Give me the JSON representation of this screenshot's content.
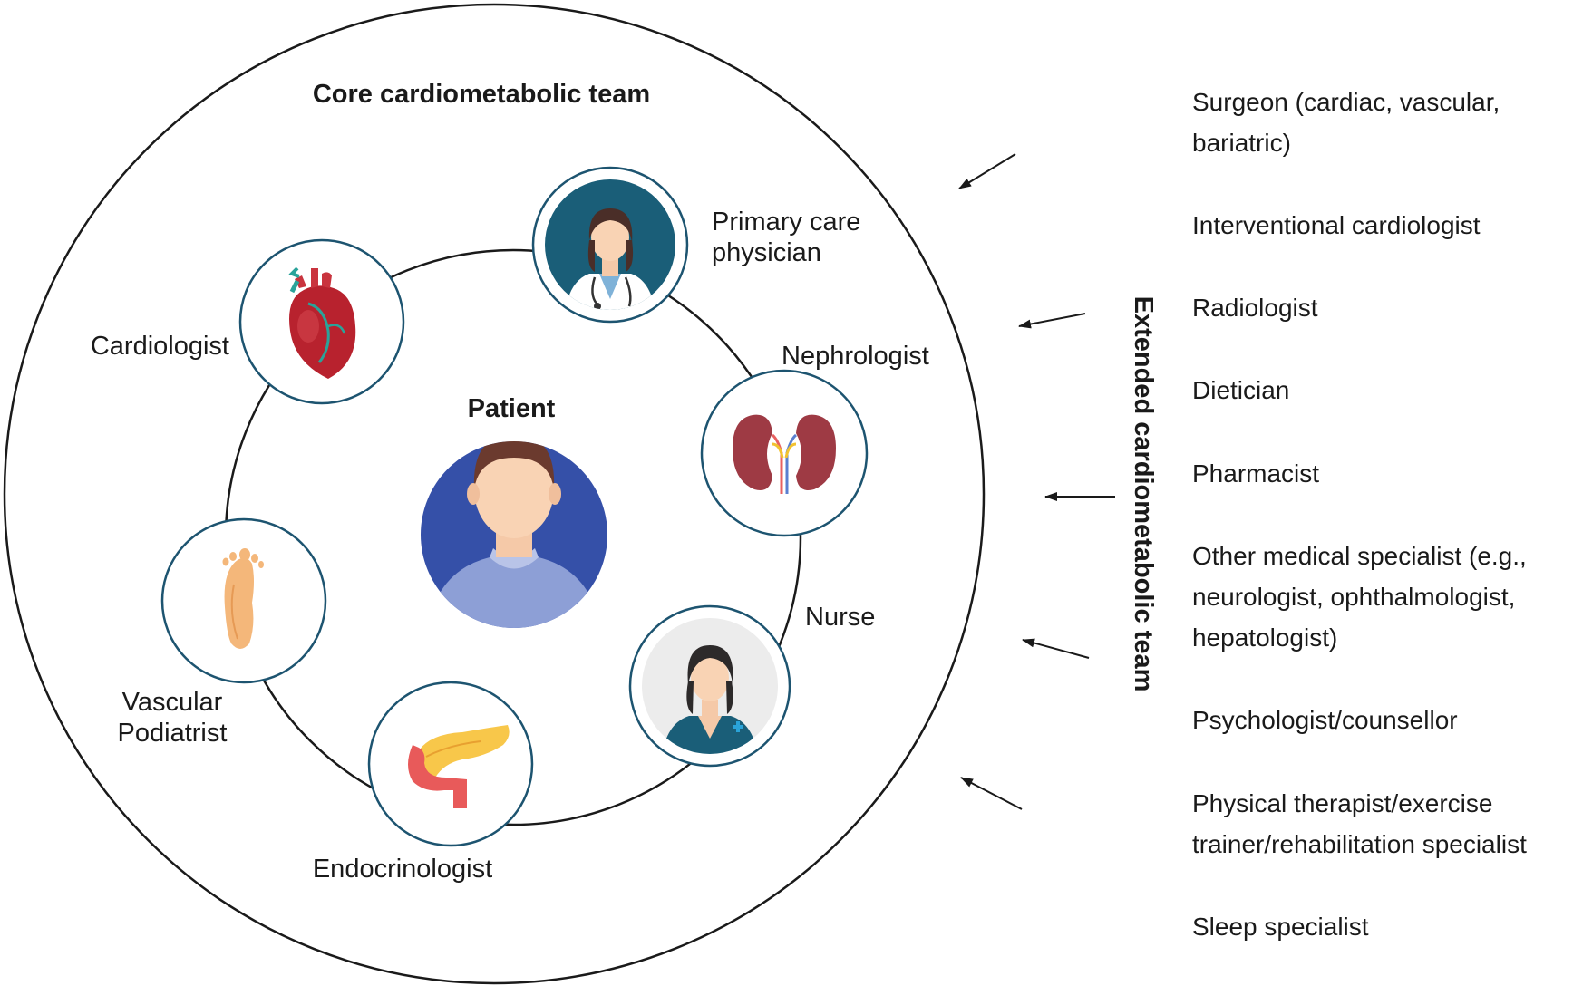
{
  "diagram": {
    "core_title": "Core cardiometabolic team",
    "patient_label": "Patient",
    "core_team": {
      "primary_care": [
        "Primary care",
        "physician"
      ],
      "nephrologist": "Nephrologist",
      "nurse": "Nurse",
      "endocrinologist": "Endocrinologist",
      "vascular_podiatrist": [
        "Vascular",
        "Podiatrist"
      ],
      "cardiologist": "Cardiologist"
    },
    "extended_team_title": "Extended cardiometabolic team",
    "extended_team": [
      [
        "Surgeon (cardiac, vascular,",
        "bariatric)"
      ],
      [
        "Interventional cardiologist"
      ],
      [
        "Radiologist"
      ],
      [
        "Dietician"
      ],
      [
        "Pharmacist"
      ],
      [
        "Other medical specialist (e.g.,",
        "neurologist, ophthalmologist,",
        "hepatologist)"
      ],
      [
        "Psychologist/counsellor"
      ],
      [
        "Physical therapist/exercise",
        "trainer/rehabilitation specialist"
      ],
      [
        "Sleep specialist"
      ]
    ],
    "colors": {
      "line": "#1a1a1a",
      "icon_ring": "#1d5470",
      "patient_bg": "#3550a8",
      "heart": "#b8222e",
      "kidney": "#9e3a44",
      "doctor_bg": "#1a5e78",
      "nurse_bg": "#ececec"
    },
    "icons": [
      "heart-icon",
      "doctor-icon",
      "kidney-icon",
      "nurse-icon",
      "pancreas-icon",
      "foot-icon",
      "patient-icon"
    ]
  }
}
